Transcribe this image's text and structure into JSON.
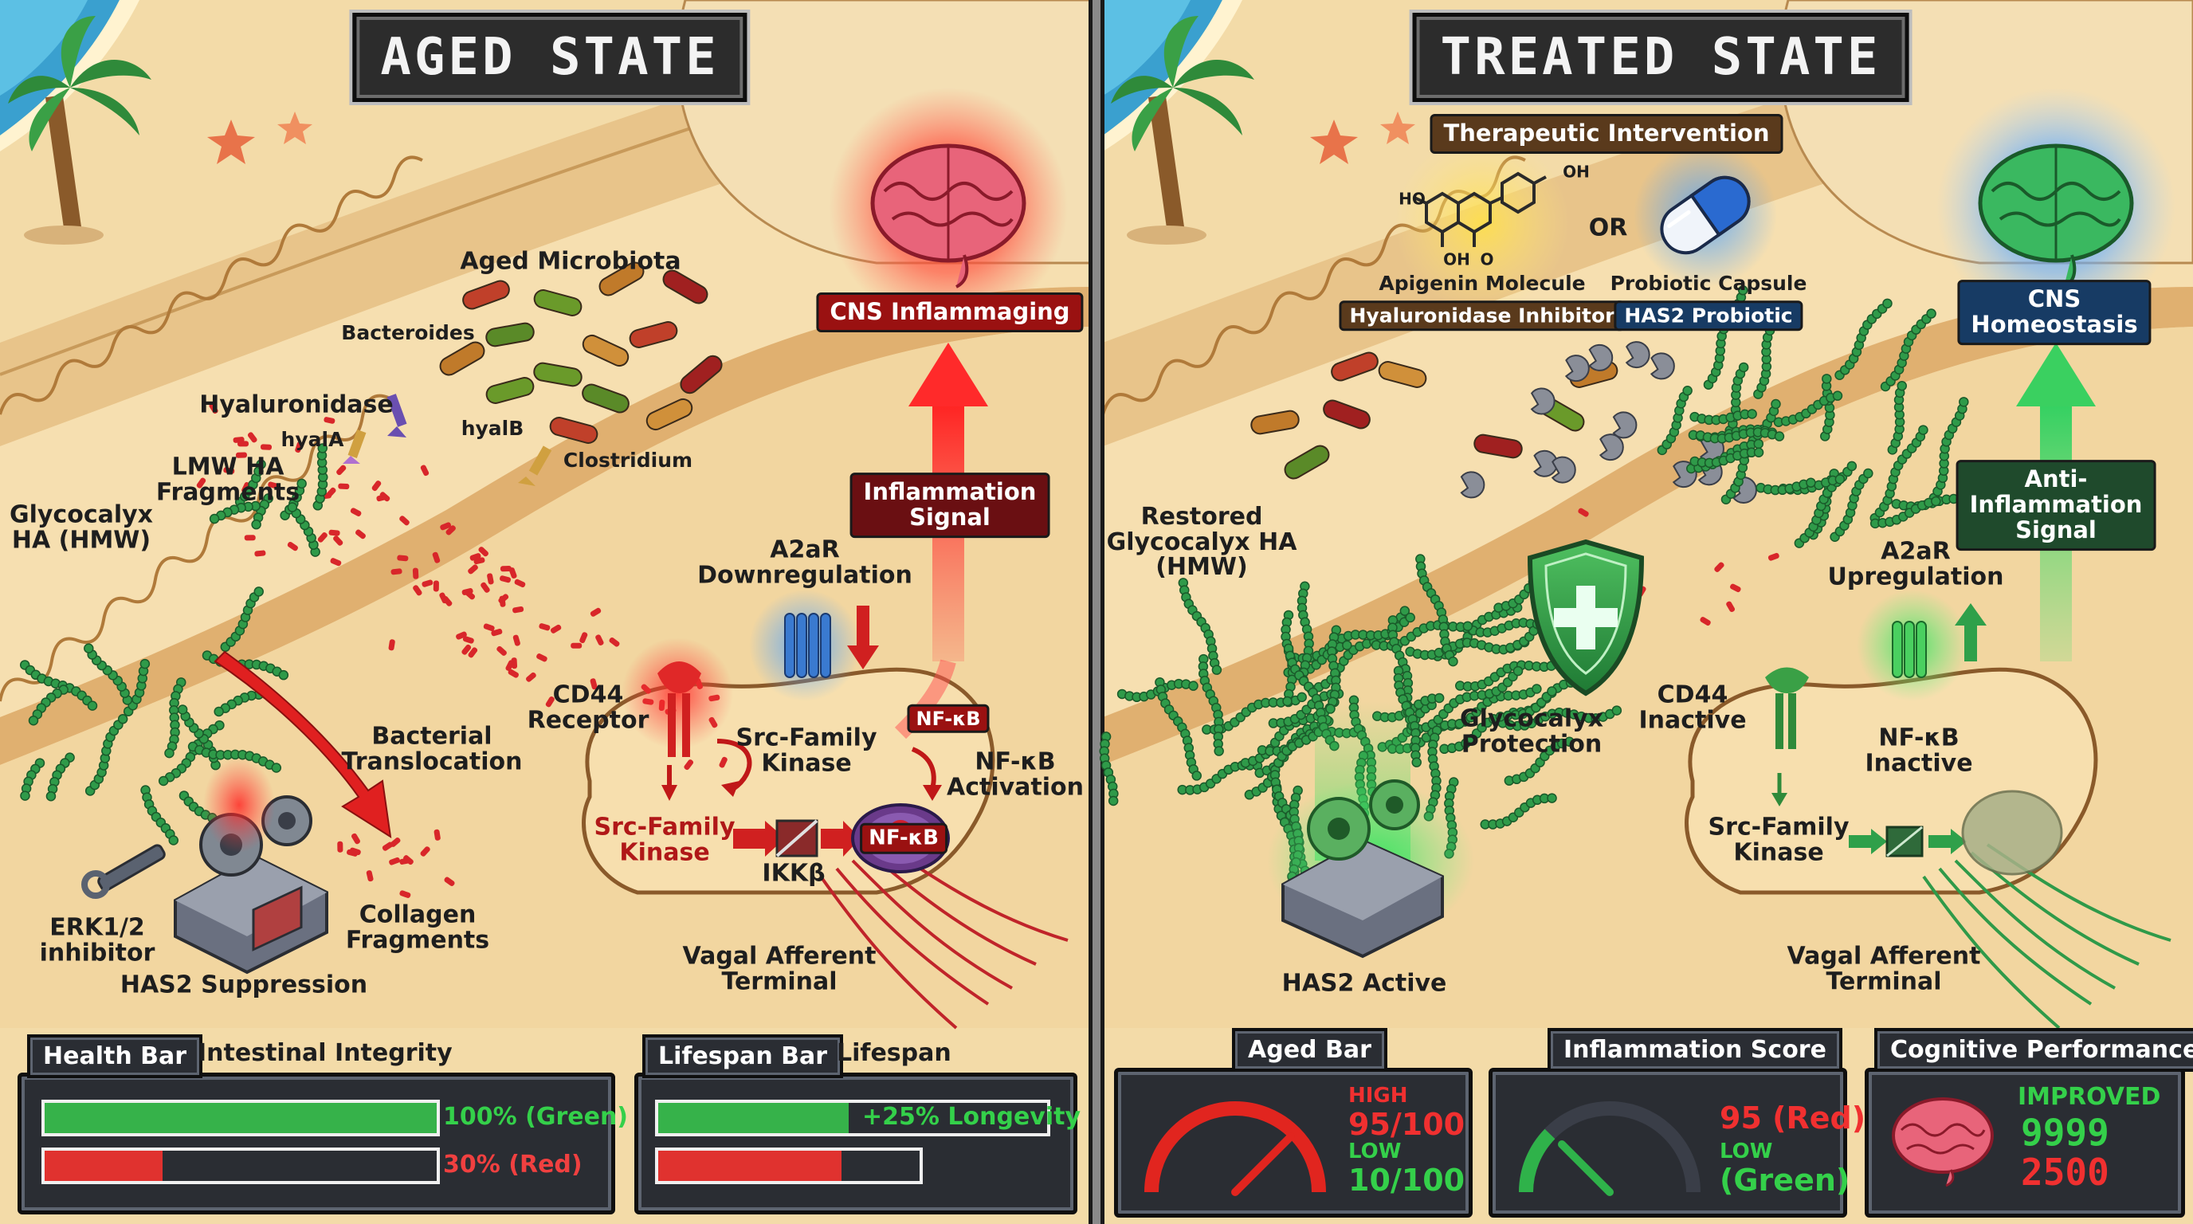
{
  "aged": {
    "title": "AGED STATE",
    "labels": {
      "aged_microbiota": "Aged Microbiota",
      "bacteroides": "Bacteroides",
      "hyaluronidase": "Hyaluronidase",
      "hyalA": "hyalA",
      "hyalB": "hyalB",
      "clostridium": "Clostridium",
      "lmw_ha": "LMW HA\nFragments",
      "glycocalyx": "Glycocalyx\nHA (HMW)",
      "bacterial_translocation": "Bacterial\nTranslocation",
      "erk": "ERK1/2\ninhibitor",
      "has2": "HAS2 Suppression",
      "collagen": "Collagen\nFragments",
      "a2ar": "A2aR\nDownregulation",
      "cd44": "CD44\nReceptor",
      "src1": "Src-Family\nKinase",
      "src2": "Src-Family\nKinase",
      "ikkb": "IKKβ",
      "nfkb_activation": "NF-κB\nActivation",
      "vagal": "Vagal Afferent\nTerminal"
    },
    "badges": {
      "cns": "CNS Inflammaging",
      "signal": "Inflammation\nSignal",
      "nfkb_small": "NF-κB",
      "nfkb_nucleus": "NF-κB"
    },
    "health_tab": "Health Bar",
    "health_caption": "Intestinal Integrity",
    "health_green": {
      "label": "100% (Green)",
      "value": 100
    },
    "health_red": {
      "label": "30% (Red)",
      "value": 30
    },
    "lifespan_tab": "Lifespan Bar",
    "lifespan_caption": "Lifespan",
    "lifespan_green": {
      "label": "+25% Longevity",
      "value": 49
    },
    "lifespan_red": {
      "value": 70
    }
  },
  "treated": {
    "title": "TREATED STATE",
    "labels": {
      "ho_top": "HO",
      "oh_top": "OH",
      "oh_bottom": "OH",
      "o_bottom": "O",
      "or": "OR",
      "apigenin": "Apigenin Molecule",
      "probiotic": "Probiotic Capsule",
      "restored": "Restored\nGlycocalyx HA\n(HMW)",
      "glyco_protection": "Glycocalyx\nProtection",
      "has2": "HAS2 Active",
      "a2ar": "A2aR\nUpregulation",
      "cd44": "CD44\nInactive",
      "nfkb": "NF-κB\nInactive",
      "src": "Src-Family\nKinase",
      "vagal": "Vagal Afferent\nTerminal"
    },
    "badges": {
      "therapeutic": "Therapeutic Intervention",
      "inhibitor": "Hyaluronidase Inhibitor",
      "probiotic": "HAS2 Probiotic",
      "cns": "CNS Homeostasis",
      "signal": "Anti-Inflammation\nSignal"
    },
    "aged_tab": "Aged Bar",
    "aged_high": "HIGH",
    "aged_high_value": "95/100",
    "aged_low": "LOW",
    "aged_low_value": "10/100",
    "inflam_tab": "Inflammation Score",
    "inflam_high_value": "95 (Red)",
    "inflam_low": "LOW",
    "inflam_low_value": "(Green)",
    "cog_tab": "Cognitive Performance",
    "cog_improved": "IMPROVED",
    "cog_high": "9999",
    "cog_low": "2500"
  },
  "colors": {
    "sand": "#f3d9a4",
    "mucus": "#e8bd80",
    "ha_green": "#2f9a49",
    "red": "#d8262a",
    "bar_green": "#36b24a",
    "bar_red": "#e0322f",
    "gauge_red": "#e1251f",
    "gauge_green": "#2fb24a",
    "panel": "#2a2d33"
  },
  "icons": [
    "palm-tree-icon",
    "starfish-icon",
    "bacteria-icon",
    "scissors-enzyme-icon",
    "ha-chain-icon",
    "gear-machine-icon",
    "wrench-icon",
    "brain-icon",
    "receptor-icon",
    "shield-icon",
    "capsule-icon",
    "molecule-icon",
    "neuron-icon",
    "gauge-icon"
  ]
}
